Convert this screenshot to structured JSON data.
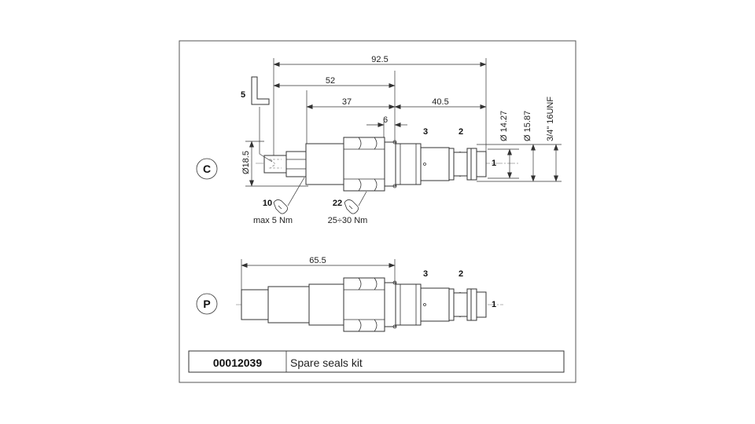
{
  "views": {
    "c": {
      "label": "C"
    },
    "p": {
      "label": "P"
    }
  },
  "dimensions": {
    "overall": "92.5",
    "d52": "52",
    "d37": "37",
    "d40_5": "40.5",
    "d6": "6",
    "dia18_5": "Ø18.5",
    "dia14_27": "Ø 14.27",
    "dia15_87": "Ø 15.87",
    "thread": "3/4\" 16UNF",
    "p_length": "65.5"
  },
  "ports": {
    "p1": "1",
    "p2": "2",
    "p3": "3"
  },
  "tools": {
    "hex_key_ref": "5",
    "wrench_small": "10",
    "torque_small": "max 5 Nm",
    "wrench_large": "22",
    "torque_large": "25÷30 Nm"
  },
  "kit": {
    "code": "00012039",
    "description": "Spare seals kit"
  }
}
